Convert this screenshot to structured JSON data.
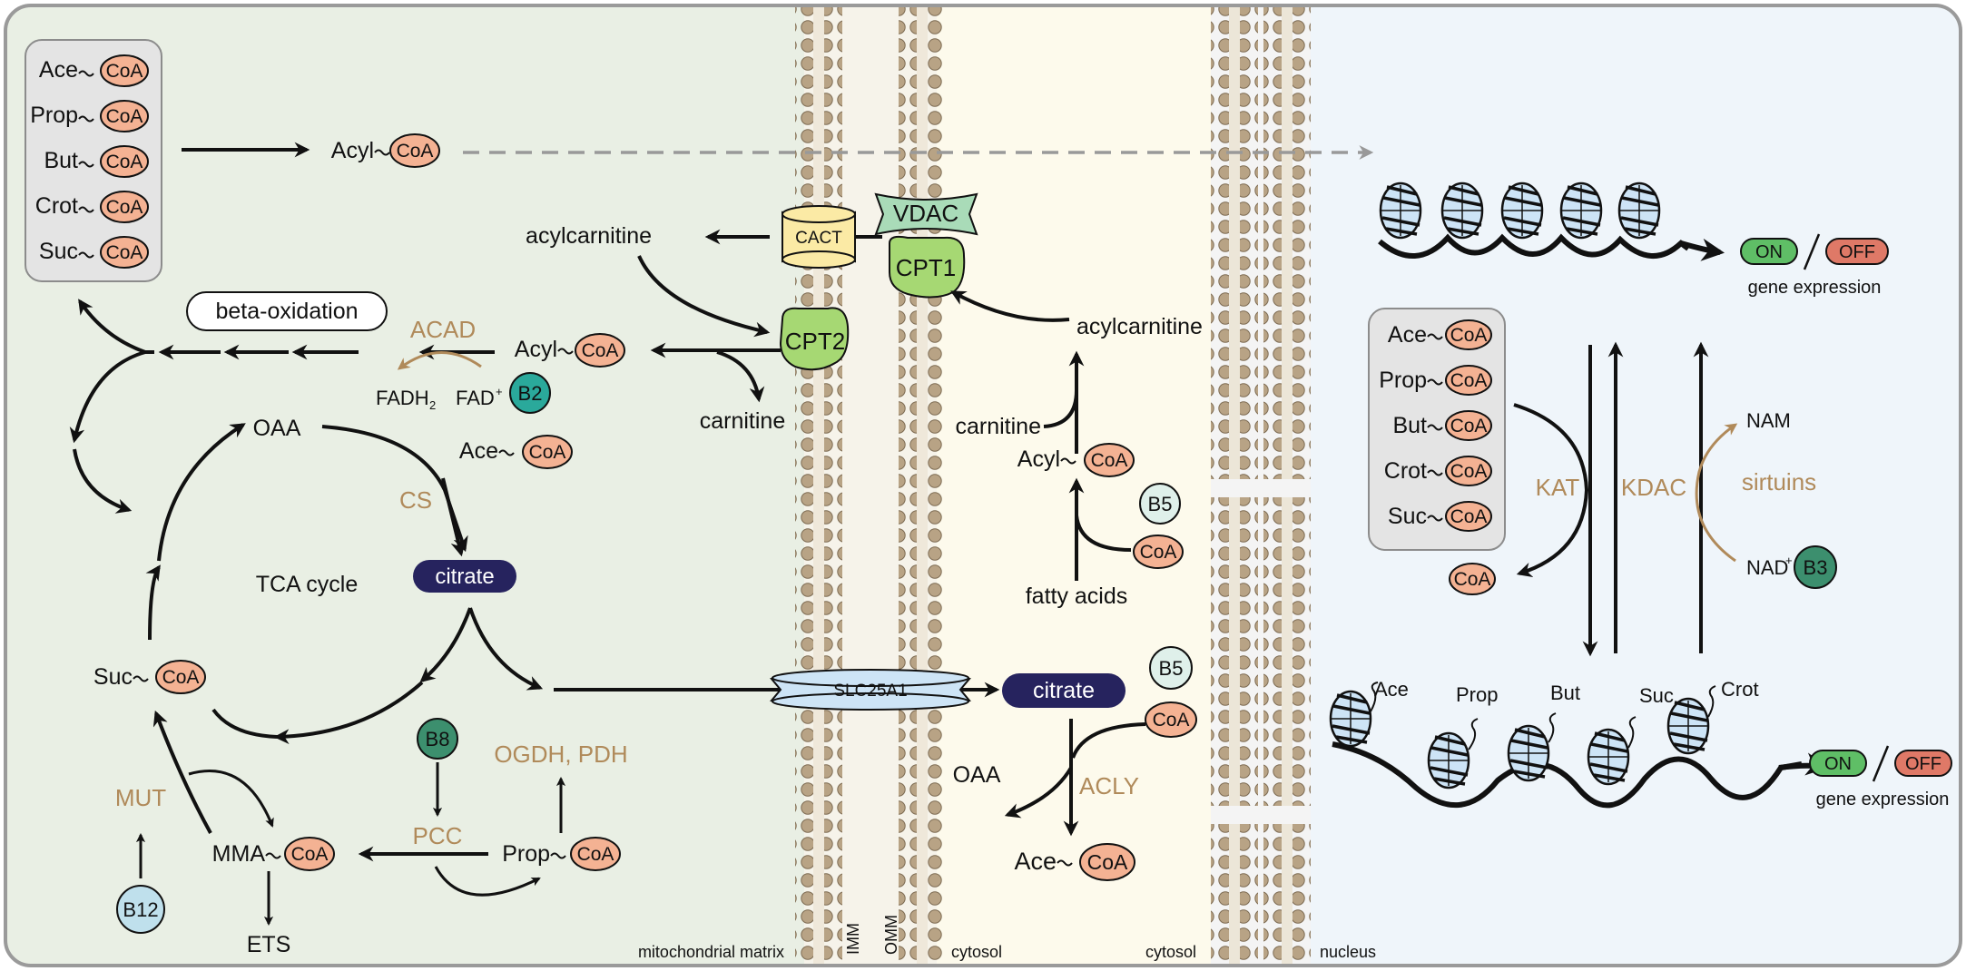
{
  "compartments": {
    "matrix": "mitochondrial matrix",
    "imm": "IMM",
    "omm": "OMM",
    "cytosol1": "cytosol",
    "cytosol2": "cytosol",
    "nucleus": "nucleus"
  },
  "colors": {
    "matrix_bg": "#e9efe4",
    "cytosol_bg": "#fdfaec",
    "nucleus_bg": "#eff5fa",
    "coa_fill": "#f4b293",
    "enzyme_text": "#b08a5a",
    "citrate_fill": "#26235e",
    "on_fill": "#5fbe66",
    "off_fill": "#df7967",
    "vitamin_dark": "#2aa99b",
    "vitamin_light": "#dff0ea",
    "vitamin_mid": "#3c8f6e",
    "vitamin_b12": "#bfe0ec",
    "cpt_fill": "#a6d873",
    "vdac_fill": "#a9dbb8",
    "cact_fill": "#fbeaa5",
    "slc_fill": "#cde4f6"
  },
  "coa": "CoA",
  "acyl_list": [
    "Ace",
    "Prop",
    "But",
    "Crot",
    "Suc"
  ],
  "labels": {
    "acyl": "Acyl",
    "acylcarnitine": "acylcarnitine",
    "carnitine": "carnitine",
    "beta_oxidation": "beta-oxidation",
    "oaa": "OAA",
    "ace": "Ace",
    "tca": "TCA cycle",
    "citrate": "citrate",
    "suc": "Suc",
    "mma": "MMA",
    "prop": "Prop",
    "ets": "ETS",
    "fadh2": "FADH",
    "fadh2_sub": "2",
    "fad": "FAD",
    "fad_sup": "+",
    "fatty_acids": "fatty acids",
    "nam": "NAM",
    "nad": "NAD",
    "nad_sup": "+",
    "on": "ON",
    "off": "OFF",
    "gene_expression": "gene expression"
  },
  "enzymes": {
    "acad": "ACAD",
    "cs": "CS",
    "ogdh_pdh": "OGDH, PDH",
    "pcc": "PCC",
    "mut": "MUT",
    "acly": "ACLY",
    "kat": "KAT",
    "kdac": "KDAC",
    "sirtuins": "sirtuins"
  },
  "transporters": {
    "cact": "CACT",
    "vdac": "VDAC",
    "cpt1": "CPT1",
    "cpt2": "CPT2",
    "slc25a1": "SLC25A1"
  },
  "vitamins": {
    "b2": "B2",
    "b3": "B3",
    "b5": "B5",
    "b8": "B8",
    "b12": "B12"
  },
  "histone_marks": [
    "Ace",
    "Prop",
    "But",
    "Suc",
    "Crot"
  ]
}
